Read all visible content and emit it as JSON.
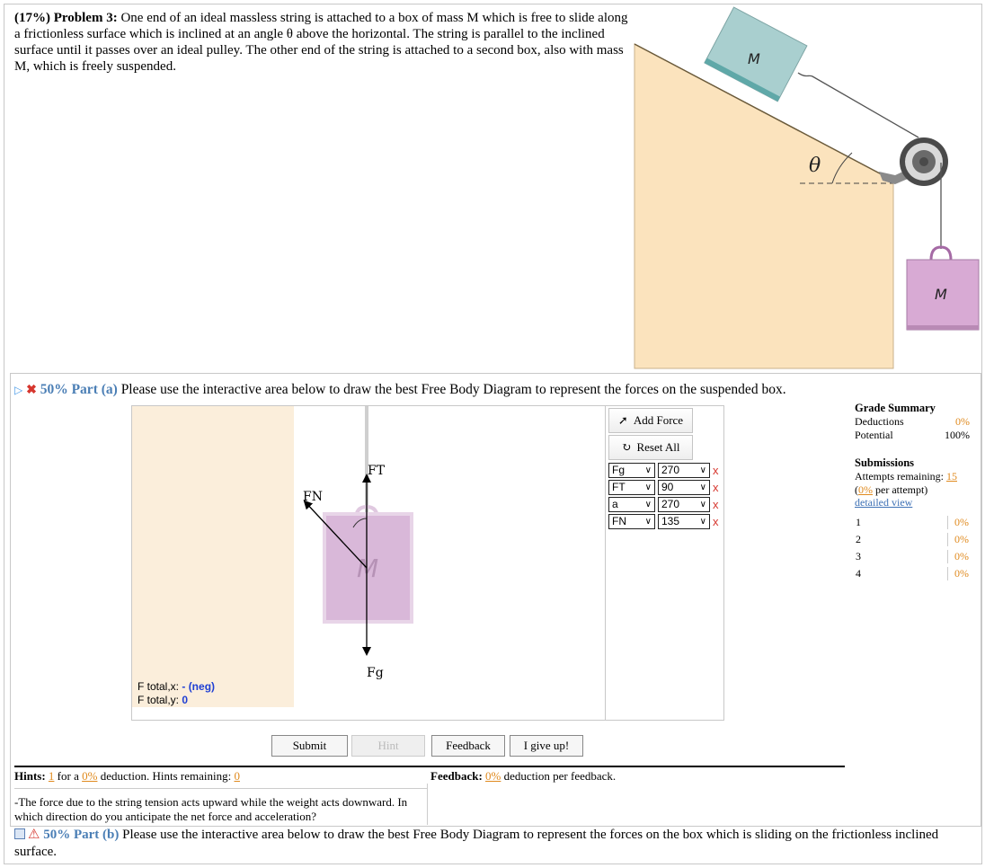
{
  "problem": {
    "label": "(17%) Problem 3:",
    "text": "One end of an ideal massless string is attached to a box of mass M which is free to slide along a frictionless surface which is inclined at an angle θ above the horizontal. The string is parallel to the inclined surface until it passes over an ideal pulley. The other end of the string is attached to a second box, also with mass M, which is freely suspended."
  },
  "figure": {
    "box_label_top": "M",
    "box_label_hanging": "M",
    "angle_label": "θ",
    "incline_color": "#fbe3bd",
    "box_color_top": "#a9cfcf",
    "box_color_hanging": "#d8aad4"
  },
  "part_a": {
    "label": "50% Part (a)",
    "text": "Please use the interactive area below to draw the best Free Body Diagram to represent the forces on the suspended box.",
    "fbd": {
      "box_label": "M",
      "force_labels": [
        "FT",
        "FN",
        "Fg"
      ],
      "ftotal_x_label": "F total,x:",
      "ftotal_x_value": "- (neg)",
      "ftotal_y_label": "F total,y:",
      "ftotal_y_value": "0"
    },
    "toolbar": {
      "add_force": "Add Force",
      "reset_all": "Reset All",
      "forces": [
        {
          "name": "Fg",
          "angle": "270"
        },
        {
          "name": "FT",
          "angle": "90"
        },
        {
          "name": "a",
          "angle": "270"
        },
        {
          "name": "FN",
          "angle": "135"
        }
      ],
      "delete_glyph": "x"
    },
    "buttons": {
      "submit": "Submit",
      "hint": "Hint",
      "feedback": "Feedback",
      "give_up": "I give up!"
    }
  },
  "grade_summary": {
    "title": "Grade Summary",
    "deductions_label": "Deductions",
    "deductions_value": "0%",
    "potential_label": "Potential",
    "potential_value": "100%",
    "submissions_title": "Submissions",
    "attempts_label": "Attempts remaining:",
    "attempts_value": "15",
    "per_attempt_open": "(",
    "per_attempt_pct": "0%",
    "per_attempt_text": "per attempt)",
    "detailed_view": "detailed view",
    "rows": [
      {
        "n": "1",
        "pct": "0%"
      },
      {
        "n": "2",
        "pct": "0%"
      },
      {
        "n": "3",
        "pct": "0%"
      },
      {
        "n": "4",
        "pct": "0%"
      }
    ]
  },
  "hints": {
    "label": "Hints:",
    "count": "1",
    "for_a": "for a",
    "pct": "0%",
    "deduction": "deduction. Hints remaining:",
    "remaining": "0",
    "text": "-The force due to the string tension acts upward while the weight acts downward. In which direction do you anticipate the net force and acceleration?"
  },
  "feedback": {
    "label": "Feedback:",
    "pct": "0%",
    "text": "deduction per feedback."
  },
  "part_b": {
    "label": "50% Part (b)",
    "text": "Please use the interactive area below to draw the best Free Body Diagram to represent the forces on the box which is sliding on the frictionless inclined surface."
  }
}
